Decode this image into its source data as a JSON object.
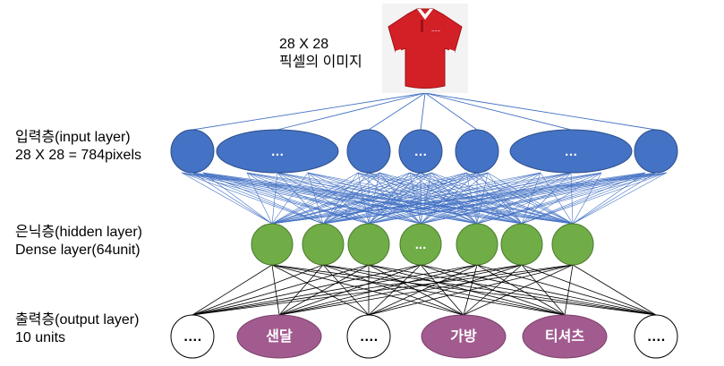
{
  "image_caption": [
    "28 X 28",
    "픽셀의 이미지"
  ],
  "layers": {
    "input": {
      "label_lines": [
        "입력층(input layer)",
        "28 X 28 = 784pixels"
      ],
      "color": "#4472C4",
      "nodes": [
        {
          "kind": "circle",
          "text": ""
        },
        {
          "kind": "ellipse",
          "text": "…"
        },
        {
          "kind": "circle",
          "text": ""
        },
        {
          "kind": "circle",
          "text": "…"
        },
        {
          "kind": "circle",
          "text": ""
        },
        {
          "kind": "ellipse",
          "text": "…"
        },
        {
          "kind": "circle",
          "text": ""
        }
      ]
    },
    "hidden": {
      "label_lines": [
        "은닉층(hidden layer)",
        "Dense layer(64unit)"
      ],
      "color": "#70AD47",
      "nodes": [
        {
          "kind": "circle",
          "text": ""
        },
        {
          "kind": "circle",
          "text": ""
        },
        {
          "kind": "circle",
          "text": ""
        },
        {
          "kind": "circle",
          "text": "..."
        },
        {
          "kind": "circle",
          "text": ""
        },
        {
          "kind": "circle",
          "text": ""
        },
        {
          "kind": "circle",
          "text": ""
        }
      ]
    },
    "output": {
      "label_lines": [
        "출력층(output layer)",
        "10 units"
      ],
      "color": "#A25B8F",
      "nodes": [
        {
          "kind": "circle",
          "text": "….",
          "filled": false
        },
        {
          "kind": "ellipse",
          "text": "샌달",
          "filled": true
        },
        {
          "kind": "circle",
          "text": "….",
          "filled": false
        },
        {
          "kind": "ellipse",
          "text": "가방",
          "filled": true
        },
        {
          "kind": "ellipse",
          "text": "티셔츠",
          "filled": true
        },
        {
          "kind": "circle",
          "text": "….",
          "filled": false
        }
      ]
    }
  },
  "colors": {
    "image_to_input_lines": "#4472C4",
    "input_to_hidden_lines": "#4472C4",
    "hidden_to_output_lines": "#000000",
    "shirt": "#D32027"
  }
}
